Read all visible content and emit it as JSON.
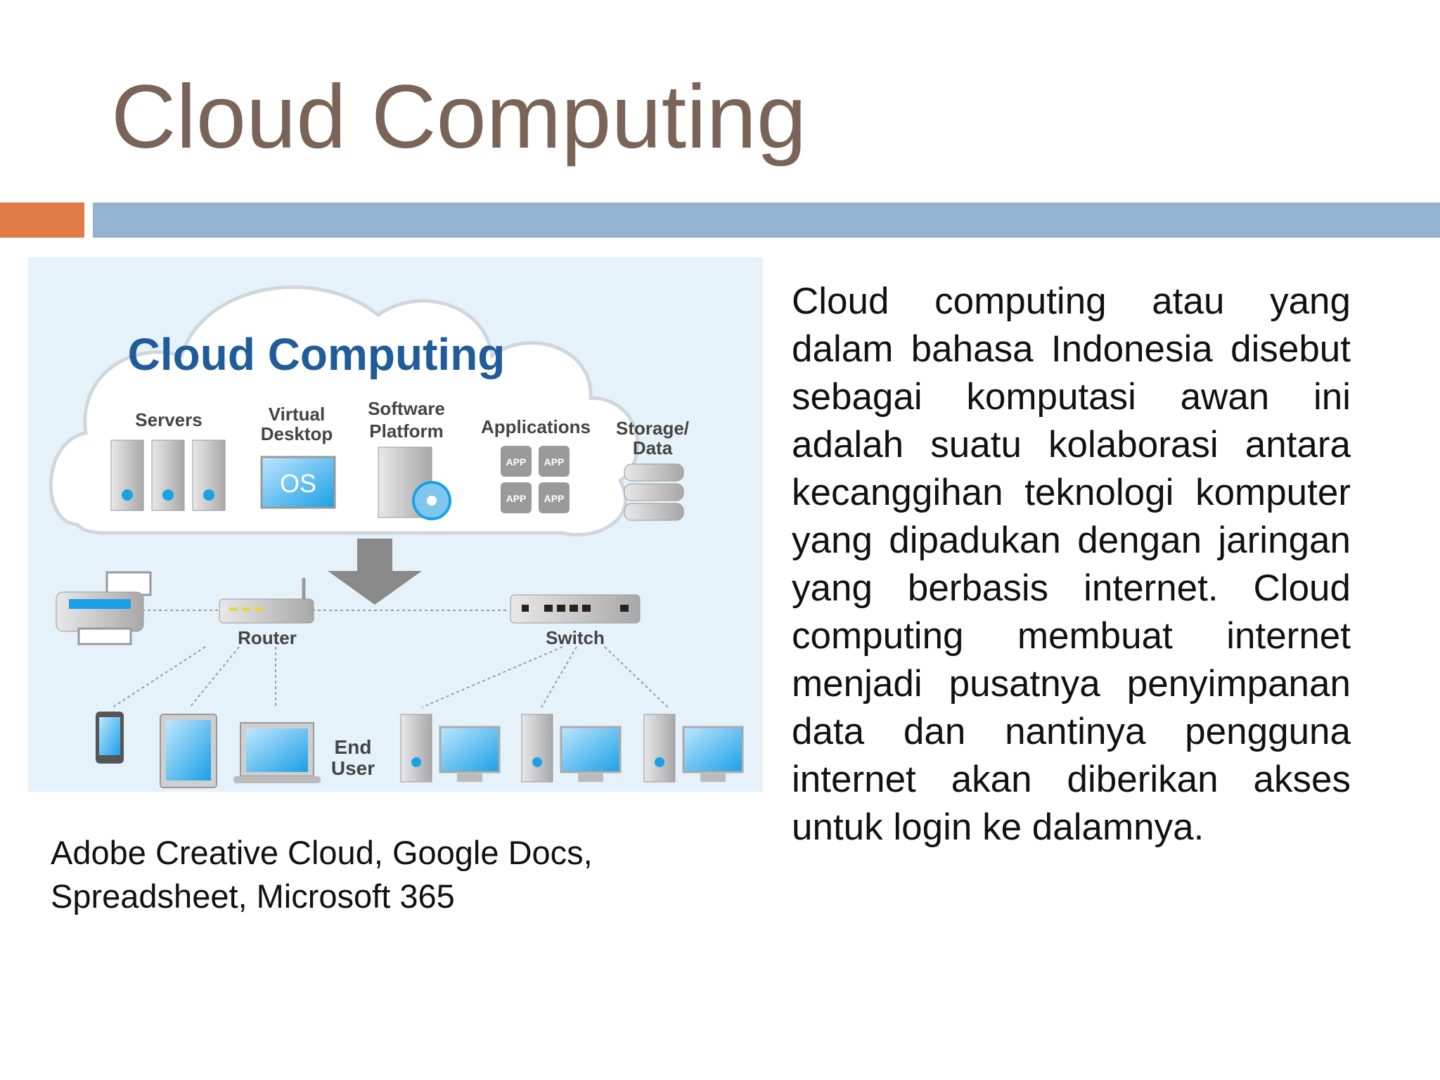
{
  "slide": {
    "title": "Cloud Computing",
    "body_text": "Cloud computing atau yang dalam bahasa Indonesia disebut sebagai komputasi awan ini adalah suatu kolaborasi antara kecanggihan teknologi komputer yang dipadukan dengan jaringan yang berbasis internet. Cloud computing membuat internet menjadi pusatnya penyimpanan data dan nantinya pengguna internet akan diberikan akses untuk login ke dalamnya.",
    "caption_line1": "Adobe Creative Cloud, Google Docs,",
    "caption_line2": "Spreadsheet, Microsoft 365"
  },
  "diagram": {
    "title": "Cloud Computing",
    "servers": "Servers",
    "virtual_desktop_1": "Virtual",
    "virtual_desktop_2": "Desktop",
    "os_label": "OS",
    "software_platform_1": "Software",
    "software_platform_2": "Platform",
    "applications": "Applications",
    "app_label": "APP",
    "storage_1": "Storage/",
    "storage_2": "Data",
    "router": "Router",
    "switch": "Switch",
    "end_user_1": "End",
    "end_user_2": "User"
  },
  "colors": {
    "title": "#7a6458",
    "accent_orange": "#e07b45",
    "accent_blue": "#93b3d1",
    "diagram_title": "#1f5c99"
  }
}
